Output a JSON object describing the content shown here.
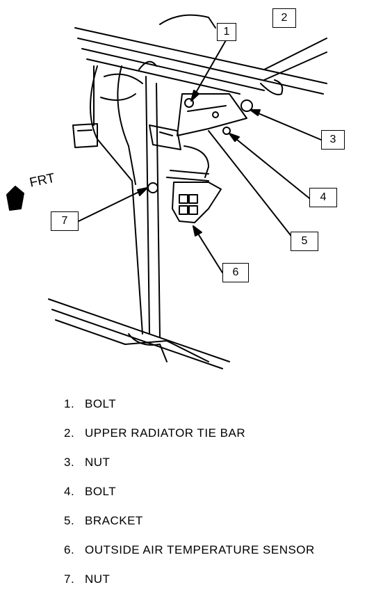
{
  "direction": {
    "label": "FRT"
  },
  "callouts": [
    "1",
    "2",
    "3",
    "4",
    "5",
    "6",
    "7"
  ],
  "legend": [
    {
      "num": "1.",
      "text": "BOLT"
    },
    {
      "num": "2.",
      "text": "UPPER RADIATOR TIE BAR"
    },
    {
      "num": "3.",
      "text": "NUT"
    },
    {
      "num": "4.",
      "text": "BOLT"
    },
    {
      "num": "5.",
      "text": "BRACKET"
    },
    {
      "num": "6.",
      "text": "OUTSIDE AIR TEMPERATURE SENSOR"
    },
    {
      "num": "7.",
      "text": "NUT"
    }
  ],
  "colors": {
    "ink": "#000000",
    "paper": "#ffffff"
  }
}
